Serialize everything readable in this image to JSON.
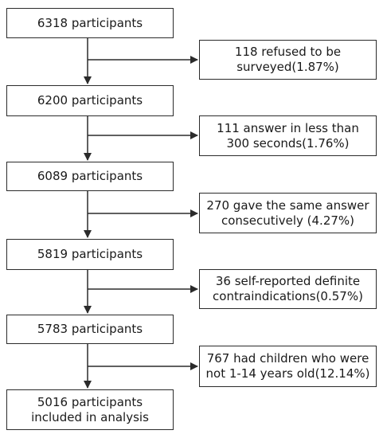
{
  "flow": {
    "steps": [
      {
        "label": "6318 participants"
      },
      {
        "label": "6200 participants"
      },
      {
        "label": "6089 participants"
      },
      {
        "label": "5819 participants"
      },
      {
        "label": "5783 participants"
      },
      {
        "label": "5016 participants included in analysis"
      }
    ],
    "exclusions": [
      {
        "label": "118 refused to be surveyed(1.87%)"
      },
      {
        "label": "111 answer in less than 300 seconds(1.76%)"
      },
      {
        "label": "270 gave the same answer consecutively (4.27%)"
      },
      {
        "label": "36 self-reported definite contraindications(0.57%)"
      },
      {
        "label": "767 had children who were not 1-14 years old(12.14%)"
      }
    ]
  }
}
